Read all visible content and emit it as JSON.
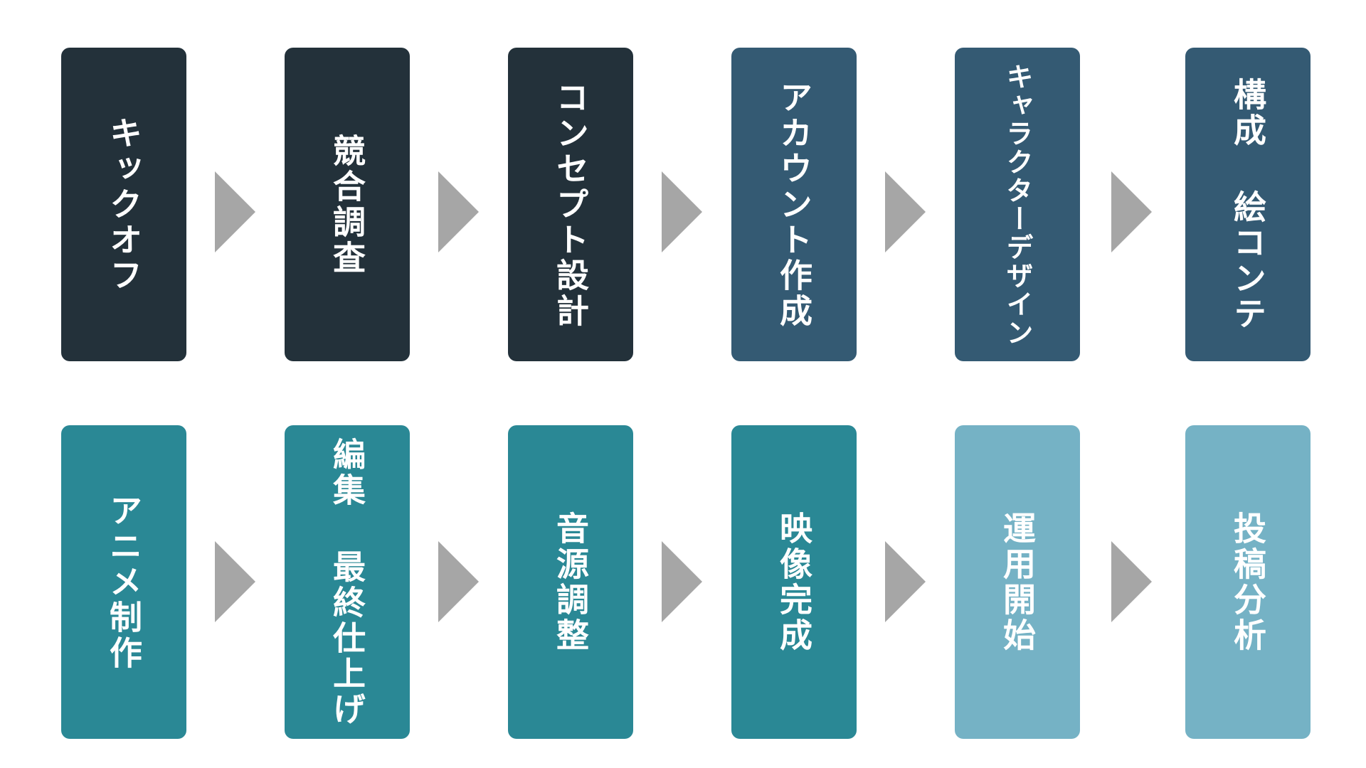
{
  "steps": [
    {
      "label": "キックオフ",
      "color": "#23313a"
    },
    {
      "label": "競合調査",
      "color": "#23313a"
    },
    {
      "label": "コンセプト設計",
      "color": "#23313a"
    },
    {
      "label": "アカウント作成",
      "color": "#345a73"
    },
    {
      "label": "キャラクターデザイン",
      "color": "#345a73"
    },
    {
      "label": "構成 絵コンテ",
      "color": "#345a73"
    },
    {
      "label": "アニメ制作",
      "color": "#2a8895"
    },
    {
      "label": "編集 最終仕上げ",
      "color": "#2a8895"
    },
    {
      "label": "音源調整",
      "color": "#2a8895"
    },
    {
      "label": "映像完成",
      "color": "#2a8895"
    },
    {
      "label": "運用開始",
      "color": "#75b2c5"
    },
    {
      "label": "投稿分析",
      "color": "#75b2c5"
    }
  ],
  "arrow_color": "#a6a6a6"
}
